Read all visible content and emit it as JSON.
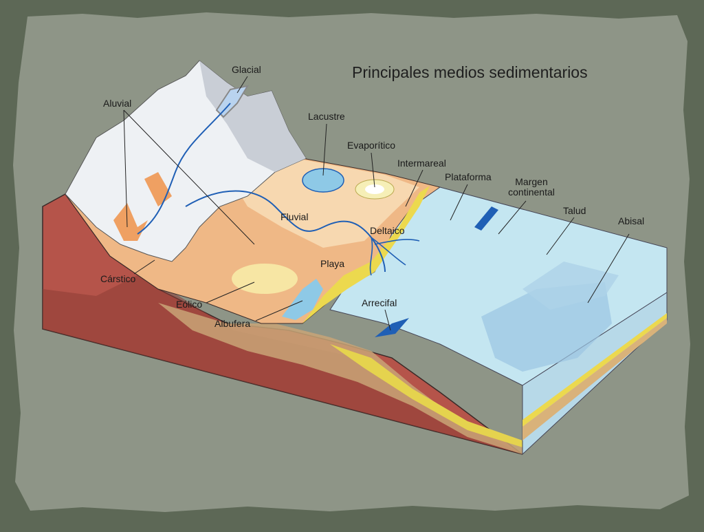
{
  "title": "Principales medios sedimentarios",
  "labels": {
    "glacial": "Glacial",
    "aluvial": "Aluvial",
    "lacustre": "Lacustre",
    "evaporitico": "Evaporítico",
    "intermareal": "Intermareal",
    "plataforma": "Plataforma",
    "margen_1": "Margen",
    "margen_2": "continental",
    "talud": "Talud",
    "abisal": "Abisal",
    "fluvial": "Fluvial",
    "deltaico": "Deltaico",
    "playa": "Playa",
    "carstico": "Cárstico",
    "eolico": "Eólico",
    "albufera": "Albufera",
    "arrecifal": "Arrecifal"
  },
  "colors": {
    "background": "#5d6856",
    "paper": "#8e9587",
    "rock": "#b5544a",
    "rock_dark": "#8d3c35",
    "plain": "#efb886",
    "plain_light": "#f7d8b0",
    "snow": "#eef1f4",
    "water": "#8ec9e6",
    "sea": "#c4e6f1",
    "deep": "#9bc4e2",
    "sand": "#ecd94e",
    "river": "#1f5fb5"
  }
}
